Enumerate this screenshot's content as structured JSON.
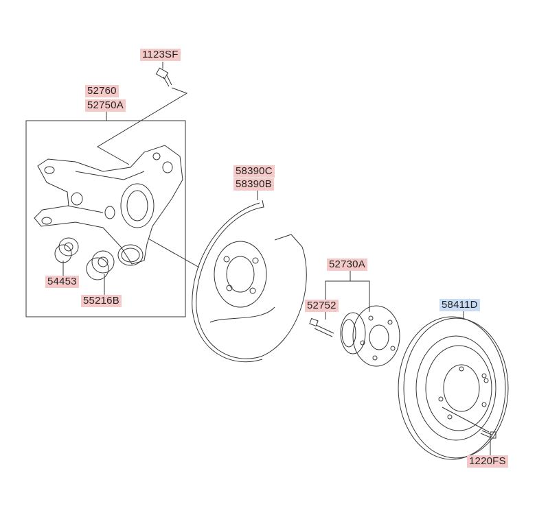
{
  "colors": {
    "part_label_bg": "#f6c9c9",
    "highlight_label_bg": "#c9dcf4",
    "line": "#333333"
  },
  "labels": {
    "bolt_top": "1123SF",
    "knuckle_a": "52760",
    "knuckle_b": "52750A",
    "shield_a": "58390C",
    "shield_b": "58390B",
    "bushing_a": "54453",
    "bushing_b": "55216B",
    "hub": "52730A",
    "hub_bolt": "52752",
    "disc": "58411D",
    "disc_screw": "1220FS"
  }
}
